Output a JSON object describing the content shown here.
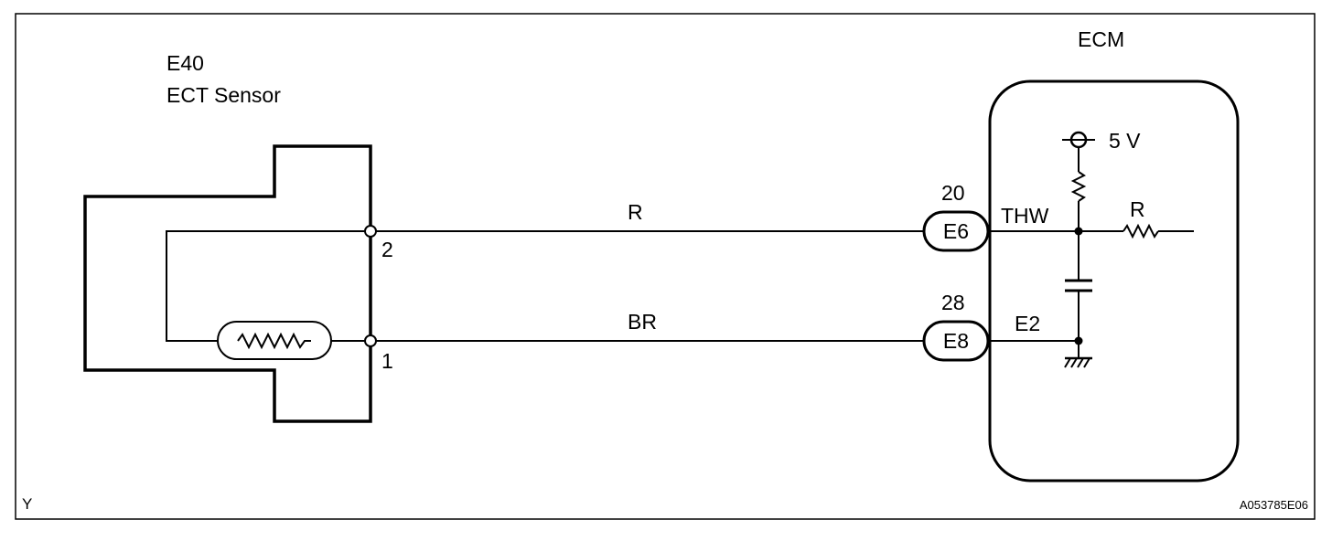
{
  "sensor": {
    "connector_id": "E40",
    "name": "ECT Sensor",
    "pin_top": "2",
    "pin_bottom": "1"
  },
  "ecm": {
    "title": "ECM",
    "supply": "5 V",
    "signal_label": "THW",
    "ground_label": "E2",
    "resistor_label": "R"
  },
  "wires": [
    {
      "color_code": "R",
      "pin_number": "20",
      "connector": "E6"
    },
    {
      "color_code": "BR",
      "pin_number": "28",
      "connector": "E8"
    }
  ],
  "footer": {
    "corner_mark": "Y",
    "figure_code": "A053785E06"
  }
}
